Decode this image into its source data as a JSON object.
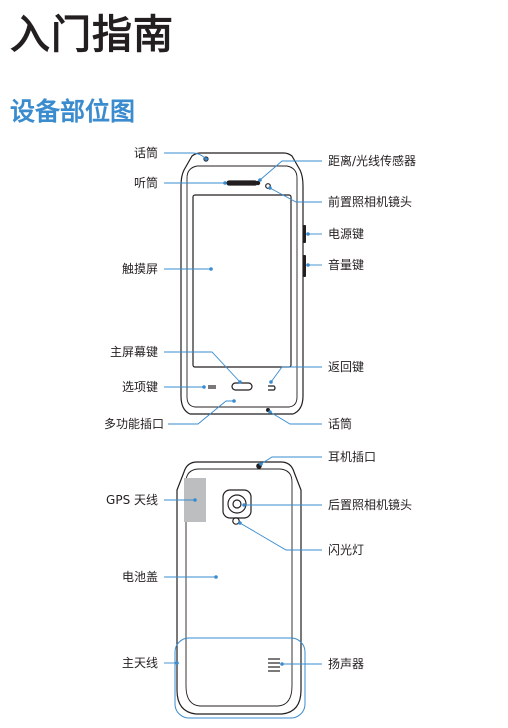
{
  "header": {
    "title": "入门指南",
    "section_title": "设备部位图"
  },
  "front": {
    "labels": {
      "mic_top": "话筒",
      "earpiece": "听筒",
      "touchscreen": "触摸屏",
      "home_key": "主屏幕键",
      "menu_key": "选项键",
      "multipurpose_jack": "多功能插口",
      "proximity_sensor": "距离/光线传感器",
      "front_camera": "前置照相机镜头",
      "power_key": "电源键",
      "volume_key": "音量键",
      "back_key": "返回键",
      "mic_bottom": "话筒"
    }
  },
  "back": {
    "labels": {
      "gps_antenna": "GPS 天线",
      "battery_cover": "电池盖",
      "main_antenna": "主天线",
      "headset_jack": "耳机插口",
      "rear_camera": "后置照相机镜头",
      "flash": "闪光灯",
      "speaker": "扬声器"
    }
  },
  "colors": {
    "accent": "#3a8ccf",
    "leader": "#3a8ccf",
    "text": "#231f20",
    "gps_area": "#bcbec0"
  }
}
